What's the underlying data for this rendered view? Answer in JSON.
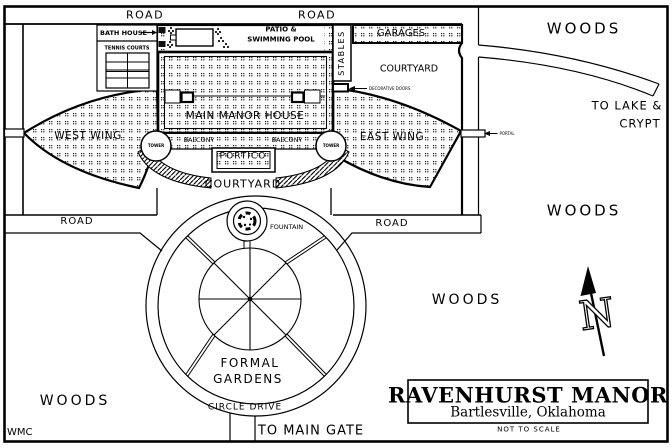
{
  "colors": {
    "ink": "#000000",
    "paper": "#ffffff"
  },
  "labels": {
    "road_top_left": "ROAD",
    "road_top_right": "ROAD",
    "road_bottom_left": "ROAD",
    "road_bottom_right": "ROAD",
    "woods_top_right": "WOODS",
    "woods_right": "WOODS",
    "woods_center": "WOODS",
    "woods_bottom_left": "WOODS",
    "to_lake_line1": "TO LAKE &",
    "to_lake_line2": "CRYPT",
    "bath_house": "BATH HOUSE",
    "tennis_courts": "TENNIS COURTS",
    "patio_line1": "PATIO &",
    "patio_line2": "SWIMMING POOL",
    "garages": "GARAGES",
    "stables": "STABLES",
    "courtyard_upper": "COURTYARD",
    "main_manor": "MAIN MANOR HOUSE",
    "west_wing": "WEST WING",
    "east_wing": "EAST WING",
    "tower_left": "TOWER",
    "tower_right": "TOWER",
    "balcony_left": "BALCONY",
    "balcony_right": "BALCONY",
    "portico": "PORTICO",
    "courtyard_lower": "COURTYARD",
    "decorative_doors": "DECORATIVE DOORS",
    "portal": "PORTAL",
    "fountain": "FOUNTAIN",
    "formal_line1": "FORMAL",
    "formal_line2": "GARDENS",
    "circle_drive": "CIRCLE DRIVE",
    "to_main_gate": "TO MAIN GATE",
    "compass_n": "N",
    "signature": "WMC",
    "title": "RAVENHURST MANOR",
    "subtitle": "Bartlesville, Oklahoma",
    "scale_note": "NOT TO SCALE"
  }
}
